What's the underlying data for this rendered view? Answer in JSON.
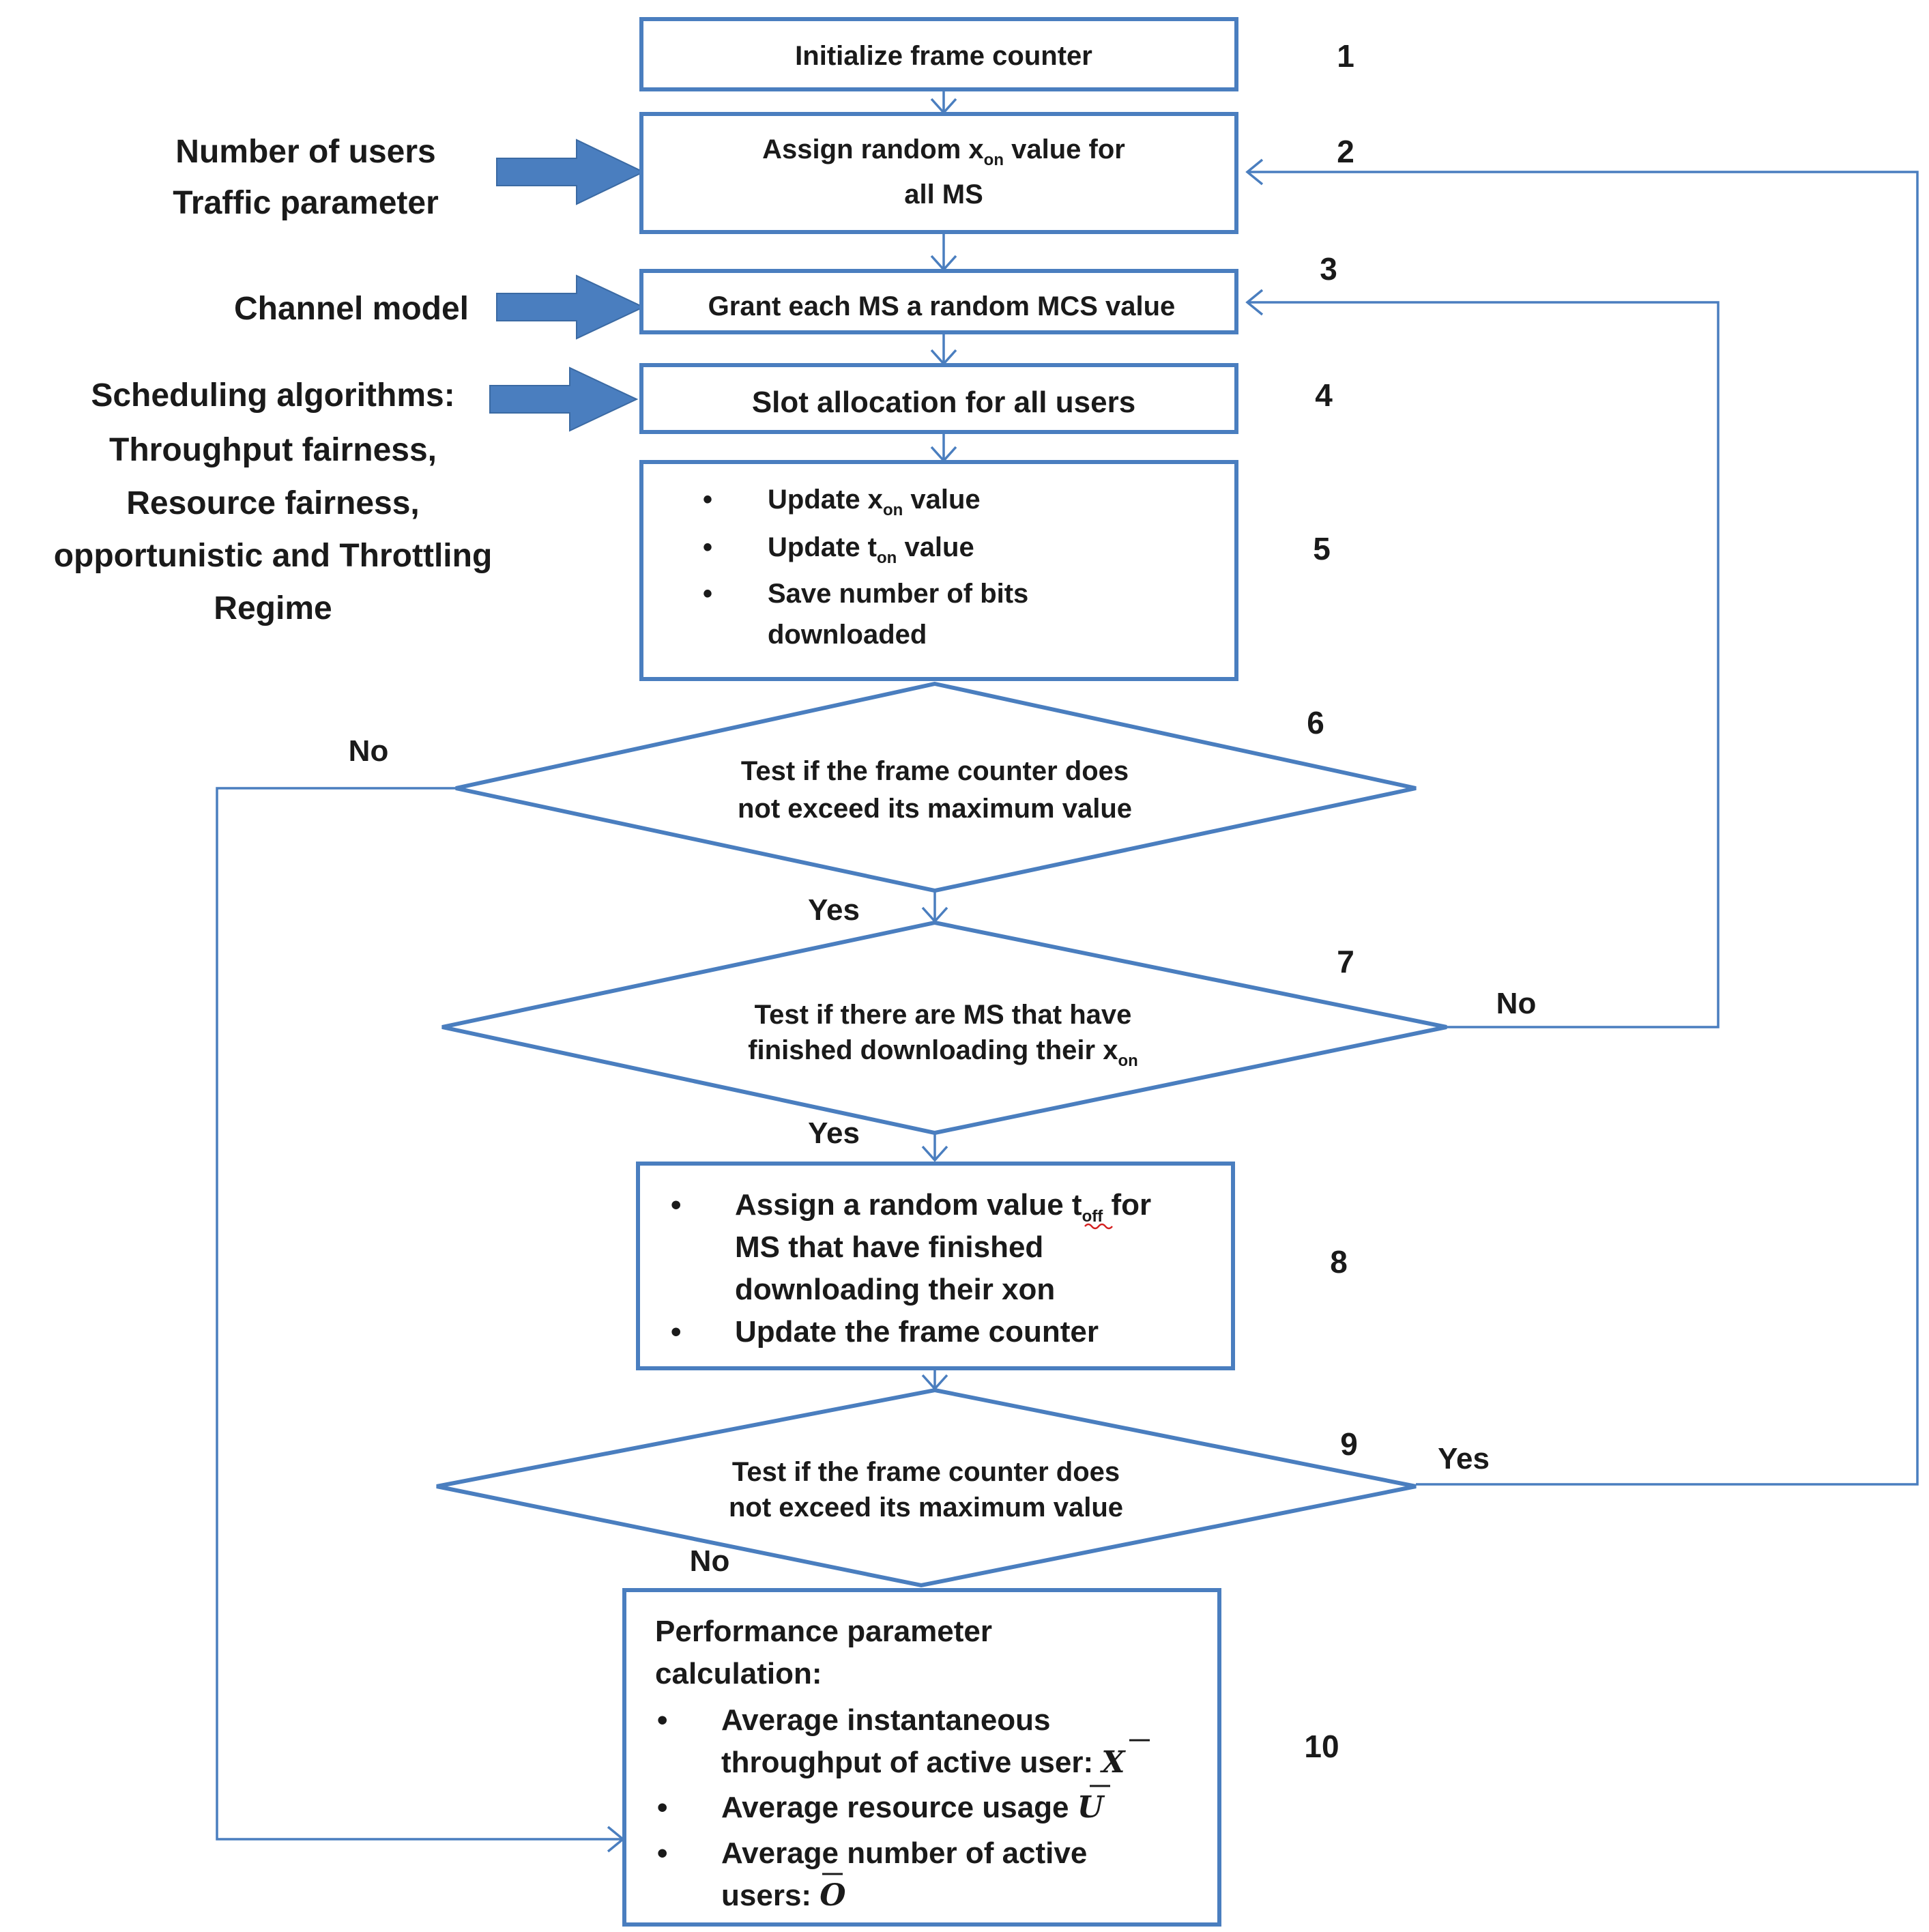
{
  "steps": {
    "s1": {
      "number": "1",
      "text": "Initialize  frame counter"
    },
    "s2": {
      "number": "2",
      "line1_pre": "Assign random x",
      "line1_sub": "on",
      "line1_post": " value for",
      "line2": "all MS"
    },
    "s3": {
      "number": "3",
      "text": "Grant each MS a random MCS value"
    },
    "s4": {
      "number": "4",
      "text": "Slot allocation  for all users"
    },
    "s5": {
      "number": "5",
      "b1_pre": "Update x",
      "b1_sub": "on",
      "b1_post": " value",
      "b2_pre": "Update t",
      "b2_sub": "on",
      "b2_post": " value",
      "b3_line1": "Save  number of bits",
      "b3_line2": "downloaded"
    },
    "s6": {
      "number": "6",
      "line1": "Test if the frame counter does",
      "line2": "not exceed its maximum value"
    },
    "s7": {
      "number": "7",
      "line1": "Test if there are MS that have",
      "line2_pre": "finished downloading their x",
      "line2_sub": "on"
    },
    "s8": {
      "number": "8",
      "b1_line1_pre": "Assign a random value t",
      "b1_line1_sub": "off",
      "b1_line1_post": " for",
      "b1_line2": "MS that have finished",
      "b1_line3": "downloading   their xon",
      "b2": "Update the frame counter"
    },
    "s9": {
      "number": "9",
      "line1": "Test if the frame counter does",
      "line2": "not exceed its maximum value"
    },
    "s10": {
      "number": "10",
      "title1": "Performance parameter",
      "title2": "calculation:",
      "b1_line1": "Average instantaneous",
      "b1_line2": "throughput of active user: ",
      "b1_sym": "X",
      "b2": "Average resource usage ",
      "b2_sym": "U",
      "b3_line1": "Average number of active",
      "b3_line2": "users: ",
      "b3_sym": "O"
    }
  },
  "inputs": {
    "users_traffic": [
      "Number of users",
      "Traffic parameter"
    ],
    "channel": "Channel model",
    "scheduling": [
      "Scheduling algorithms:",
      "Throughput fairness,",
      "Resource fairness,",
      "opportunistic and Throttling",
      "Regime"
    ]
  },
  "branches": {
    "d6_no": "No",
    "d6_yes": "Yes",
    "d7_no": "No",
    "d7_yes": "Yes",
    "d9_yes": "Yes",
    "d9_no": "No"
  },
  "bullet": "•",
  "colors": {
    "line": "#4a7ebf",
    "text": "#1a1a1a",
    "squiggle": "#d42020"
  }
}
